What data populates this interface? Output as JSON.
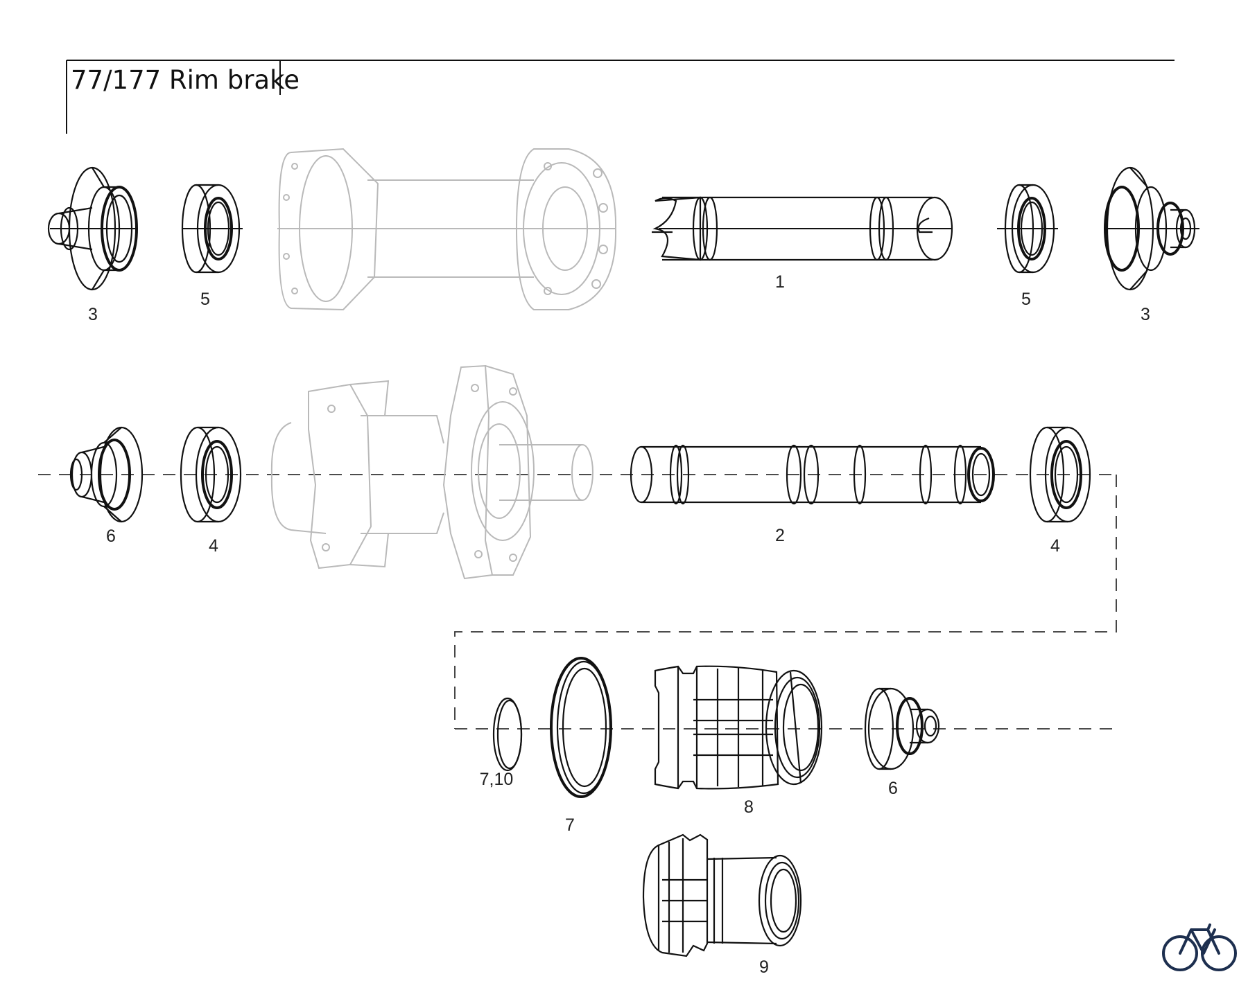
{
  "title": "77/177 Rim brake",
  "labels": {
    "front_left_endcap": "3",
    "front_left_bearing": "5",
    "front_axle": "1",
    "front_right_bearing": "5",
    "front_right_endcap": "3",
    "rear_left_endcap": "6",
    "rear_left_bearing": "4",
    "rear_axle": "2",
    "rear_right_bearing": "4",
    "small_ring": "7,10",
    "large_ring": "7",
    "freehub_body": "8",
    "freehub_endcap": "6",
    "alt_freehub_body": "9"
  },
  "icons": {
    "logo": "bicycle-icon"
  }
}
